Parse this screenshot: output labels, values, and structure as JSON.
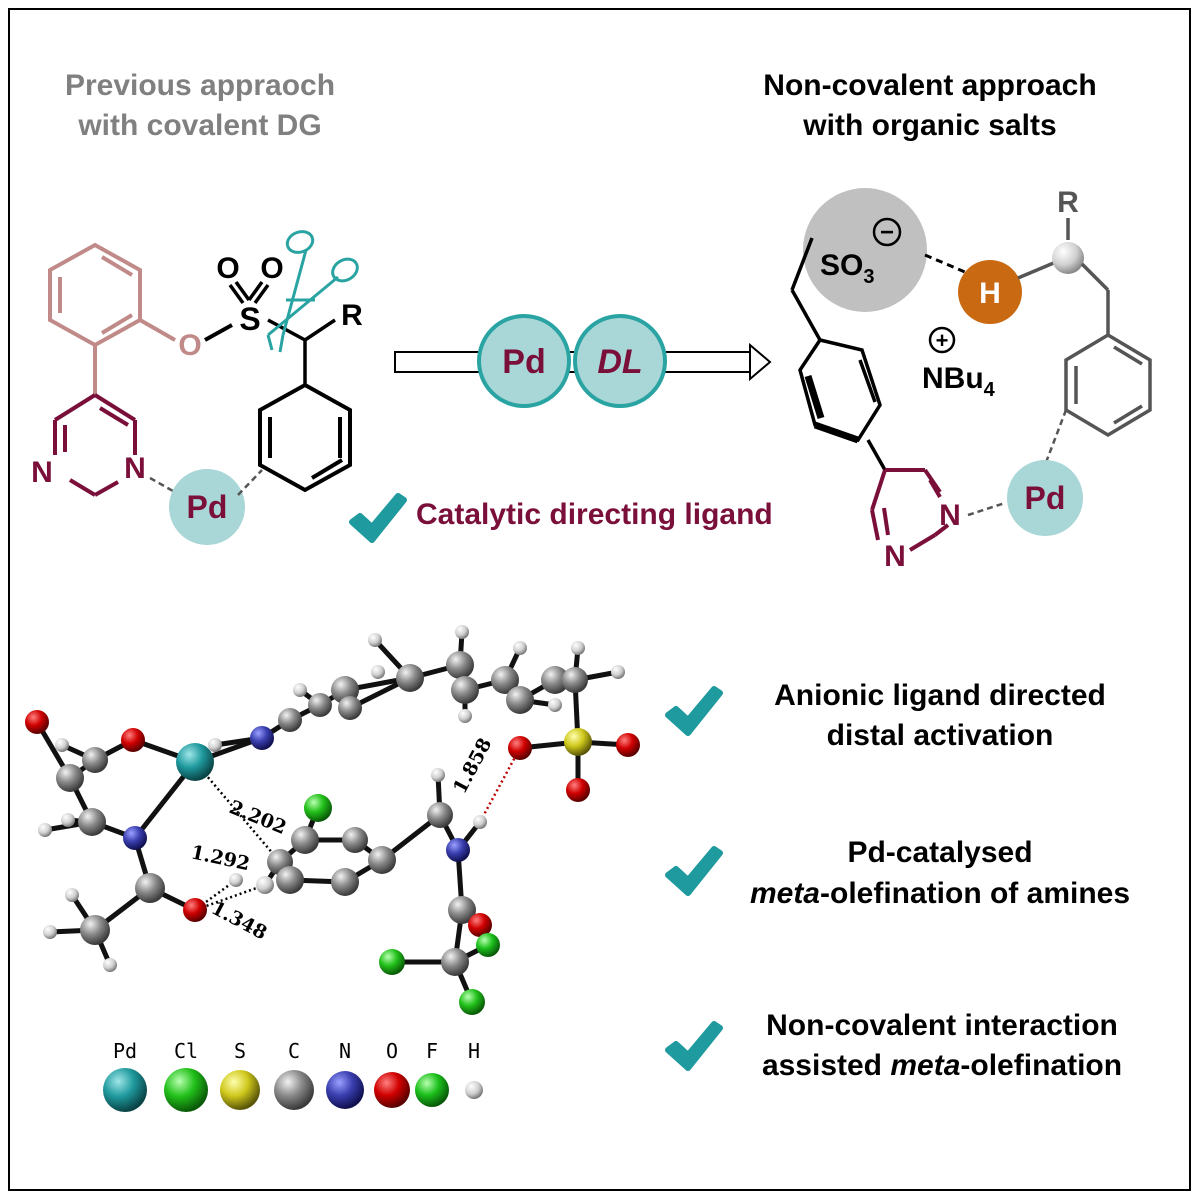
{
  "left_panel": {
    "title_line1": "Previous appraoch",
    "title_line2": "with covalent DG",
    "sulfonyl": {
      "o1": "O",
      "o2": "O",
      "s": "S",
      "ether_o": "O",
      "r": "R"
    },
    "pyrimidine": {
      "n1": "N",
      "n2": "N"
    },
    "pd": "Pd"
  },
  "right_panel": {
    "title_line1": "Non-covalent approach",
    "title_line2": "with organic salts",
    "so3": "SO",
    "so3_sub": "3",
    "minus": "−",
    "h": "H",
    "r": "R",
    "plus": "+",
    "nbu": "NBu",
    "nbu_sub": "4",
    "pyrimidine": {
      "n1": "N",
      "n2": "N"
    },
    "pd": "Pd"
  },
  "arrow": {
    "pd": "Pd",
    "dl": "DL"
  },
  "catalytic_label": "Catalytic directing ligand",
  "bullets": [
    {
      "line1": "Anionic ligand directed",
      "line2": "distal activation"
    },
    {
      "line1": "Pd-catalysed",
      "line2_italic": "meta",
      "line2_rest": "-olefination of amines"
    },
    {
      "line1": "Non-covalent interaction",
      "line2_pre": "assisted ",
      "line2_italic": "meta",
      "line2_rest": "-olefination"
    }
  ],
  "distances": [
    "2.202",
    "1.292",
    "1.348",
    "1.858"
  ],
  "legend": [
    {
      "label": "Pd",
      "color": "#1f9a9e"
    },
    {
      "label": "Cl",
      "color": "#22c01a"
    },
    {
      "label": "S",
      "color": "#cfc81c"
    },
    {
      "label": "C",
      "color": "#8a8a8a"
    },
    {
      "label": "N",
      "color": "#3a3fb0"
    },
    {
      "label": "O",
      "color": "#d00000"
    },
    {
      "label": "F",
      "color": "#1cc01c"
    },
    {
      "label": "H",
      "color": "#d8d8d8"
    }
  ],
  "colors": {
    "pd_circle": "#a9d6d6",
    "maroon": "#7a0f3a",
    "pink_bond": "#c08a88",
    "teal": "#2aa3a3",
    "gray_title": "#808080",
    "orange_h": "#c96a12",
    "sulfonate": "#c0c0c0"
  }
}
